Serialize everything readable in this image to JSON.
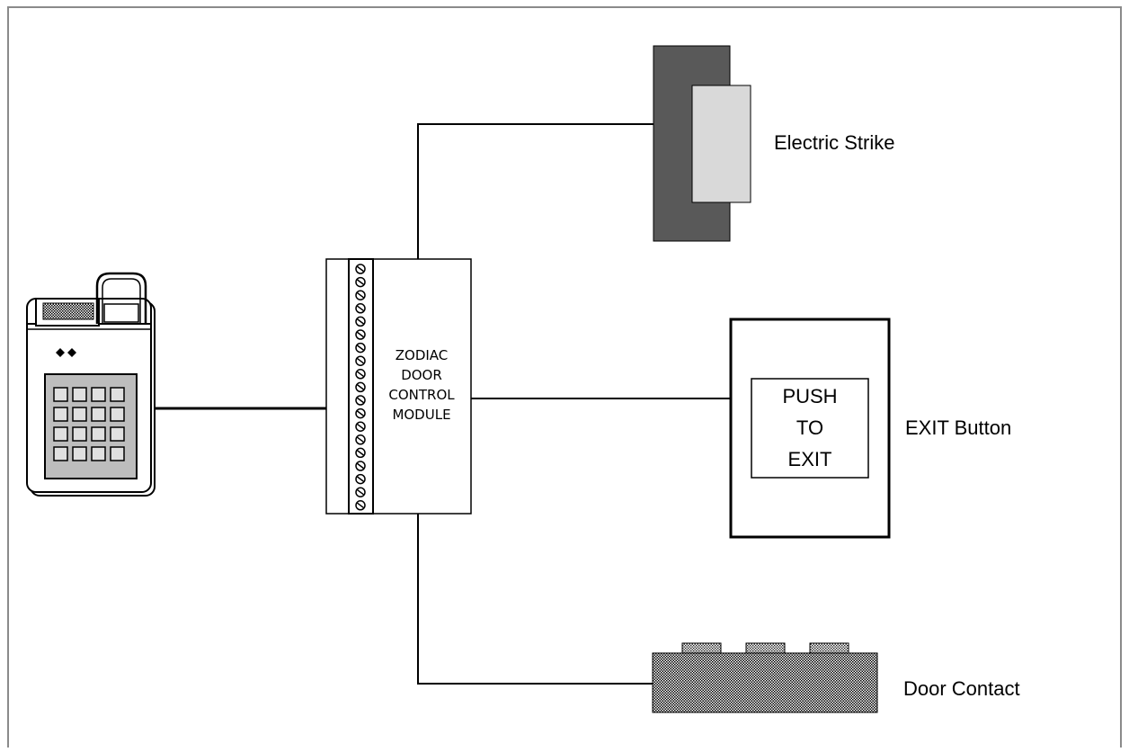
{
  "module": {
    "lines": [
      "ZODIAC",
      "DOOR",
      "CONTROL",
      "MODULE"
    ]
  },
  "exit_button": {
    "plate_lines": [
      "PUSH",
      "TO",
      "EXIT"
    ],
    "caption": "EXIT Button"
  },
  "electric_strike": {
    "caption": "Electric Strike"
  },
  "door_contact": {
    "caption": "Door Contact"
  },
  "colors": {
    "frame": "#8a8a8a",
    "strike_dark": "#595959",
    "strike_light": "#d9d9d9",
    "wire": "#000000"
  }
}
